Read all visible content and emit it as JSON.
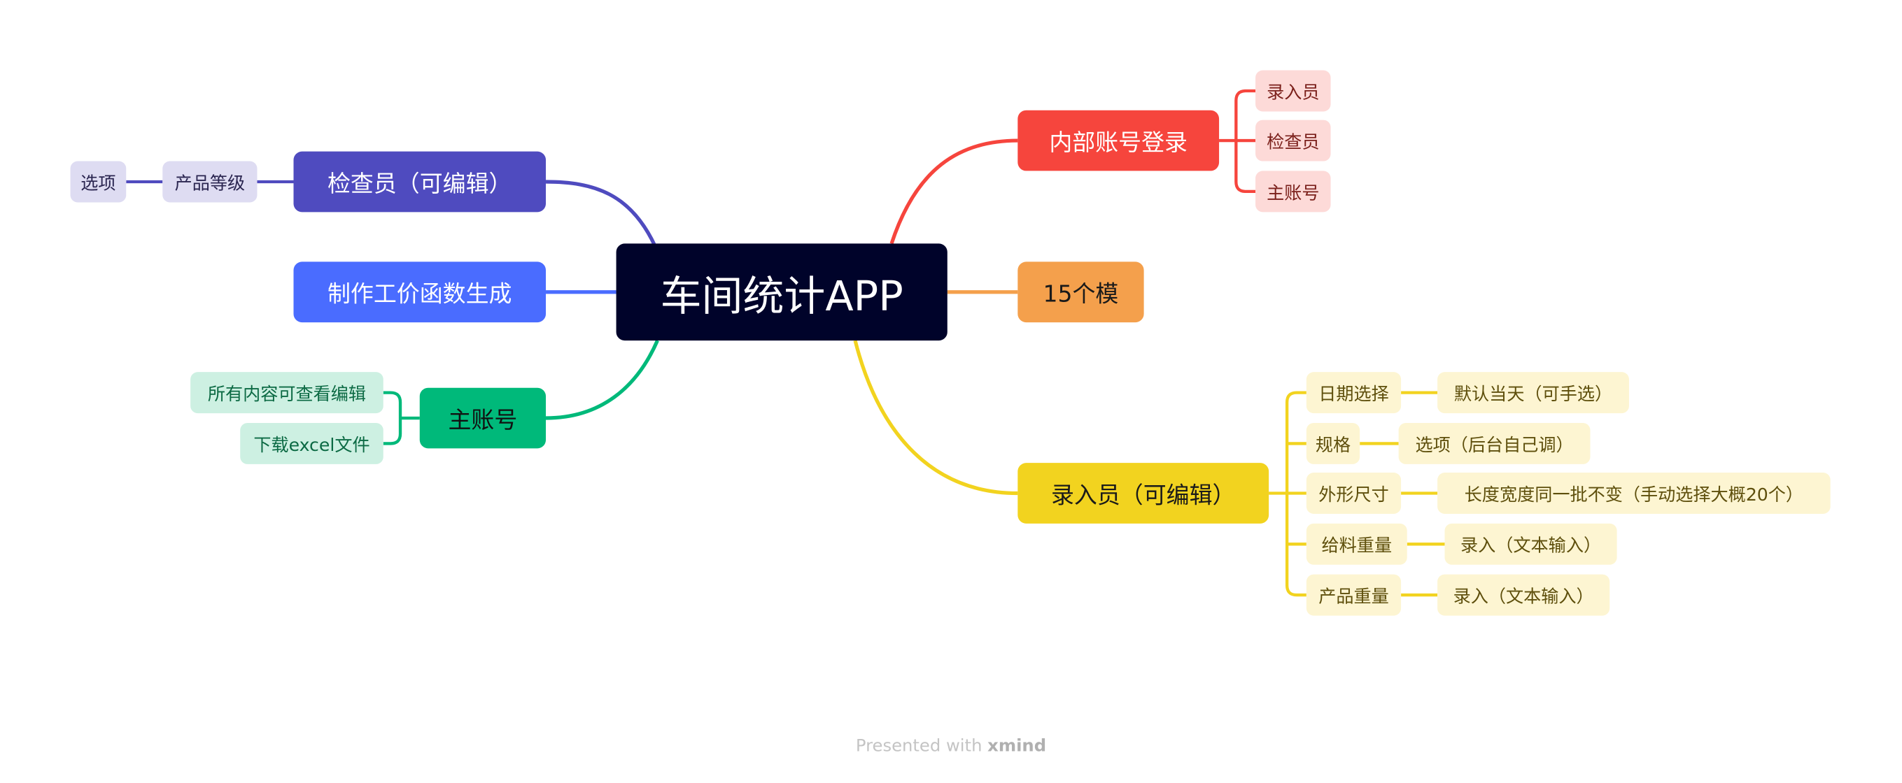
{
  "central": "车间统计APP",
  "colors": {
    "central": "#00032a",
    "inspector": "#4f4bbf",
    "wage": "#4a6cff",
    "master": "#00b97a",
    "login": "#f6453d",
    "modules": "#f4a04c",
    "entry": "#f2d31f"
  },
  "left": {
    "inspector": {
      "label": "检查员（可编辑）",
      "child": "产品等级",
      "grandchild": "选项"
    },
    "wage": {
      "label": "制作工价函数生成"
    },
    "master": {
      "label": "主账号",
      "children": [
        "所有内容可查看编辑",
        "下载excel文件"
      ]
    }
  },
  "right": {
    "login": {
      "label": "内部账号登录",
      "children": [
        "录入员",
        "检查员",
        "主账号"
      ]
    },
    "modules": {
      "label": "15个模"
    },
    "entry": {
      "label": "录入员（可编辑）",
      "children": [
        {
          "label": "日期选择",
          "detail": "默认当天（可手选）"
        },
        {
          "label": "规格",
          "detail": "选项（后台自己调）"
        },
        {
          "label": "外形尺寸",
          "detail": "长度宽度同一批不变（手动选择大概20个）"
        },
        {
          "label": "给料重量",
          "detail": "录入（文本输入）"
        },
        {
          "label": "产品重量",
          "detail": "录入（文本输入）"
        }
      ]
    }
  },
  "footer": {
    "prefix": "Presented with",
    "brand": "xmind"
  }
}
